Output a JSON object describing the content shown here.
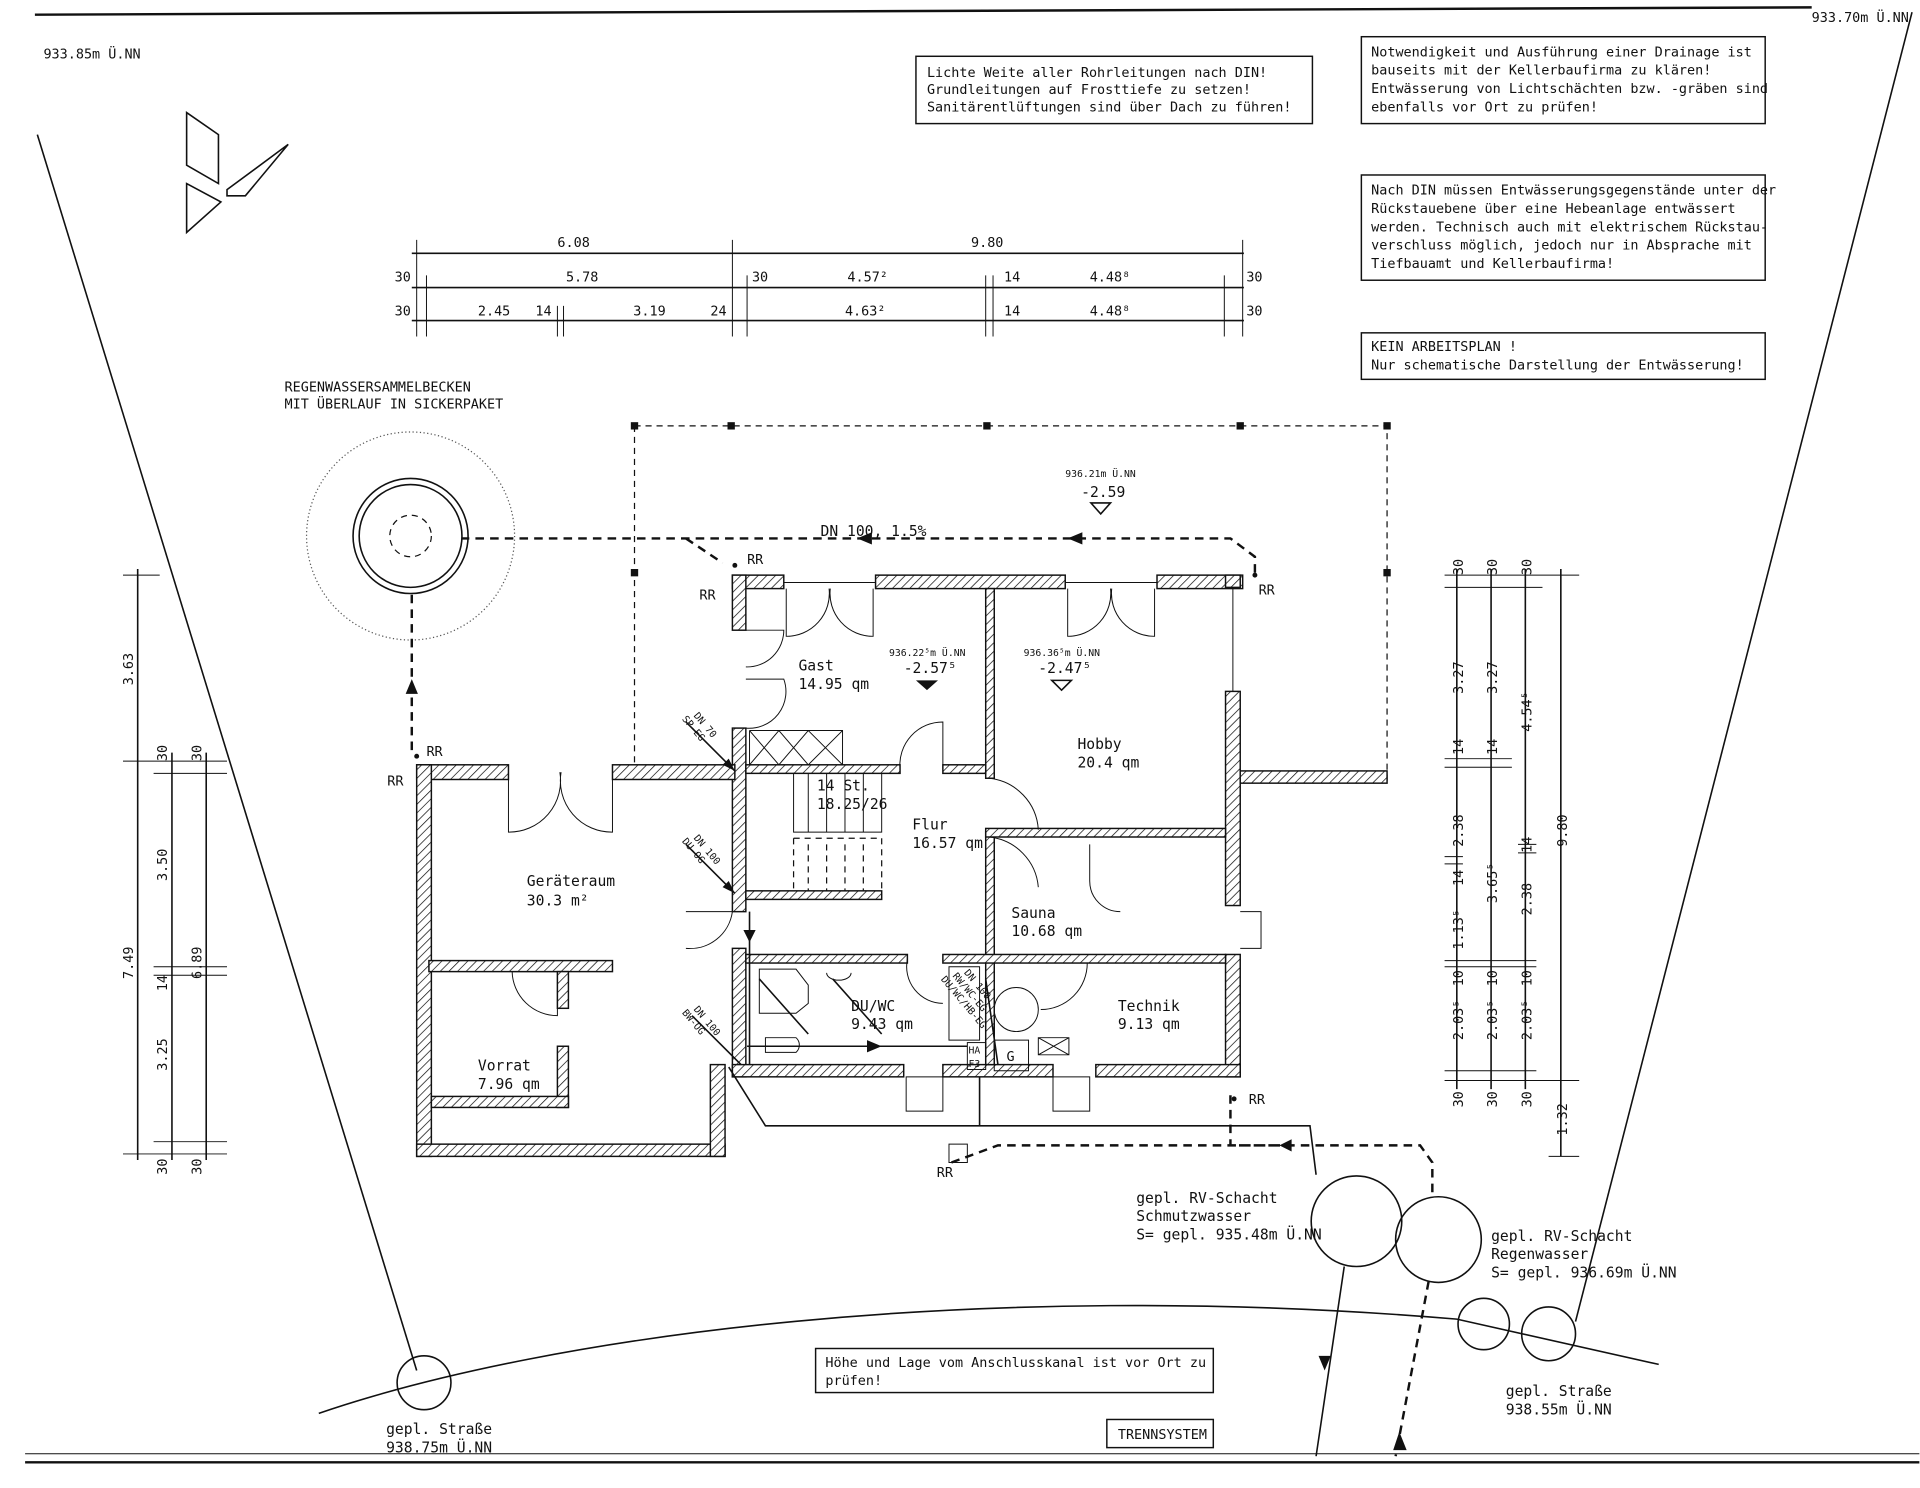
{
  "elevations": {
    "top_left": "933.85m Ü.NN",
    "top_right": "933.70m Ü.NN",
    "terrace_abs": "936.21m Ü.NN",
    "terrace_rel": "-2.59",
    "gast_abs": "936.22⁵m Ü.NN",
    "gast_rel": "-2.57⁵",
    "hobby_abs": "936.36⁵m Ü.NN",
    "hobby_rel": "-2.47⁵"
  },
  "notes": [
    {
      "lines": [
        "Lichte Weite aller Rohrleitungen nach DIN!",
        "Grundleitungen auf Frosttiefe zu setzen!",
        "Sanitärentlüftungen sind über Dach zu führen!"
      ]
    },
    {
      "lines": [
        "Notwendigkeit und Ausführung einer Drainage ist",
        "bauseits mit der Kellerbaufirma zu klären!",
        "Entwässerung von Lichtschächten bzw. -gräben sind",
        "ebenfalls vor Ort zu prüfen!"
      ]
    },
    {
      "lines": [
        "Nach DIN müssen Entwässerungsgegenstände unter der",
        "Rückstauebene über eine Hebeanlage entwässert",
        "werden. Technisch auch mit elektrischem Rückstau-",
        "verschluss möglich, jedoch nur in Absprache mit",
        "Tiefbauamt und Kellerbaufirma!"
      ]
    },
    {
      "lines": [
        "KEIN ARBEITSPLAN !",
        "Nur schematische Darstellung der Entwässerung!"
      ]
    },
    {
      "lines": [
        "Höhe und Lage vom Anschlusskanal ist vor Ort zu",
        "prüfen!"
      ]
    }
  ],
  "system_label": "TRENNSYSTEM",
  "dims_top": {
    "row1": [
      "6.08",
      "9.80"
    ],
    "row2": [
      "30",
      "5.78",
      "30",
      "4.57²",
      "14",
      "4.48⁸",
      "30"
    ],
    "row3": [
      "30",
      "2.45",
      "14",
      "3.19",
      "24",
      "4.63²",
      "14",
      "4.48⁸",
      "30"
    ]
  },
  "dims_left": {
    "col1": [
      "3.63",
      "7.49"
    ],
    "col2": [
      "30",
      "3.50",
      "14",
      "3.25",
      "30"
    ],
    "col3": [
      "30",
      "6.89",
      "30"
    ]
  },
  "dims_right": {
    "col1": [
      "30",
      "3.27",
      "14",
      "2.38",
      "14",
      "1.13⁵",
      "10",
      "2.03⁵",
      "30"
    ],
    "col2": [
      "30",
      "3.27",
      "14",
      "3.65⁵",
      "10",
      "2.03⁵",
      "30"
    ],
    "col3": [
      "30",
      "4.54⁵",
      "14",
      "2.38",
      "10",
      "2.03⁵",
      "30"
    ],
    "col4": [
      "9.80",
      "1.32"
    ]
  },
  "rooms": [
    {
      "name": "Gast",
      "area": "14.95 qm"
    },
    {
      "name": "Hobby",
      "area": "20.4 qm"
    },
    {
      "name": "Flur",
      "area": "16.57 qm"
    },
    {
      "name": "Sauna",
      "area": "10.68 qm"
    },
    {
      "name": "Technik",
      "area": "9.13 qm"
    },
    {
      "name": "DU/WC",
      "area": "9.43 qm"
    },
    {
      "name": "Geräteraum",
      "area": "30.3 m²"
    },
    {
      "name": "Vorrat",
      "area": "7.96 qm"
    }
  ],
  "stair": {
    "steps": "14 St.",
    "ratio": "18.25/26"
  },
  "rainwater_tank": [
    "REGENWASSERSAMMELBECKEN",
    "MIT ÜBERLAUF IN SICKERPAKET"
  ],
  "pipe_main": "DN 100, 1.5%",
  "rr": "RR",
  "pipe_labels": [
    [
      "DN 70",
      "SP-EG"
    ],
    [
      "DN 100",
      "DU-OG"
    ],
    [
      "DN 100",
      "BW-OG"
    ],
    [
      "DN 100",
      "RW/WC-EG",
      "DU/WC/HB-EG"
    ]
  ],
  "fixtures": {
    "g": "G",
    "hebe": "HA",
    "f": "F3"
  },
  "shafts": [
    {
      "lines": [
        "gepl. RV-Schacht",
        "Schmutzwasser",
        "S= gepl. 935.48m Ü.NN"
      ]
    },
    {
      "lines": [
        "gepl. RV-Schacht",
        "Regenwasser",
        "S= gepl. 936.69m Ü.NN"
      ]
    }
  ],
  "streets": [
    {
      "lines": [
        "gepl. Straße",
        "938.75m Ü.NN"
      ]
    },
    {
      "lines": [
        "gepl. Straße",
        "938.55m Ü.NN"
      ]
    }
  ]
}
